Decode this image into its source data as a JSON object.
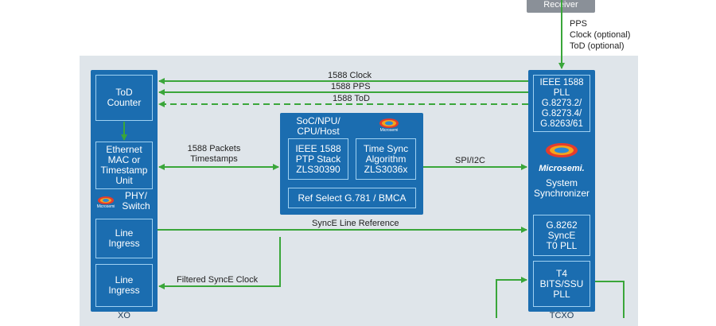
{
  "receiver": {
    "label": "Receiver"
  },
  "pps_labels": {
    "pps": "PPS",
    "clock": "Clock (optional)",
    "tod": "ToD (optional)"
  },
  "left_column": {
    "tod_counter": "ToD\nCounter",
    "ethernet": "Ethernet\nMAC or\nTimestamp\nUnit",
    "phy_switch": "PHY/\nSwitch",
    "line_ingress_1": "Line\nIngress",
    "line_ingress_2": "Line\nIngress",
    "bottom_label": "XO"
  },
  "center_block": {
    "header": "SoC/NPU/\nCPU/Host",
    "ptp_stack": "IEEE 1588\nPTP Stack\nZLS30390",
    "time_sync": "Time Sync\nAlgorithm\nZLS3036x",
    "ref_select": "Ref Select G.781 / BMCA"
  },
  "right_column": {
    "ieee_pll": "IEEE 1588\nPLL\nG.8273.2/\nG.8273.4/\nG.8263/61",
    "brand": "Microsemi.",
    "system_synchronizer": "System\nSynchronizer",
    "g8262": "G.8262\nSyncE\nT0 PLL",
    "t4": "T4\nBITS/SSU\nPLL",
    "bottom_label": "TCXO"
  },
  "arrow_labels": {
    "clock_1588": "1588 Clock",
    "pps_1588": "1588 PPS",
    "tod_1588": "1588 ToD",
    "packets": "1588 Packets\nTimestamps",
    "spi": "SPI/I2C",
    "synce_ref": "SyncE Line Reference",
    "filtered": "Filtered SyncE Clock"
  },
  "logo_small_text": "Microsemi",
  "colors": {
    "blue": "#1b6db0",
    "green": "#3aa63a",
    "panel": "#dfe5ea",
    "receiver": "#8a9098"
  }
}
